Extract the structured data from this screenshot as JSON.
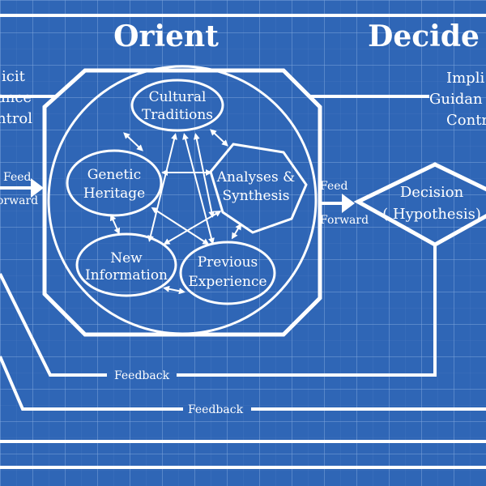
{
  "colors": {
    "background": "#2f66b6",
    "grid": "#6f9ad6",
    "ink": "#ffffff"
  },
  "headings": {
    "orient": "Orient",
    "decide": "Decide"
  },
  "left_inputs": {
    "line1": "icit",
    "line2": "ance",
    "line3": "ntrol"
  },
  "right_inputs": {
    "line1": "Impli",
    "line2": "Guidan",
    "line3": "Contr"
  },
  "nodes": {
    "cultural": {
      "line1": "Cultural",
      "line2": "Traditions"
    },
    "genetic": {
      "line1": "Genetic",
      "line2": "Heritage"
    },
    "analyses": {
      "line1": "Analyses &",
      "line2": "Synthesis"
    },
    "new_info": {
      "line1": "New",
      "line2": "Information"
    },
    "previous": {
      "line1": "Previous",
      "line2": "Experience"
    },
    "decision": {
      "line1": "Decision",
      "line2": "( Hypothesis)"
    }
  },
  "edges": {
    "feed_forward_left": {
      "line1": "Feed",
      "line2": "orward"
    },
    "feed_forward_right": {
      "line1": "Feed",
      "line2": "Forward"
    },
    "feedback_1": "Feedback",
    "feedback_2": "Feedback"
  }
}
